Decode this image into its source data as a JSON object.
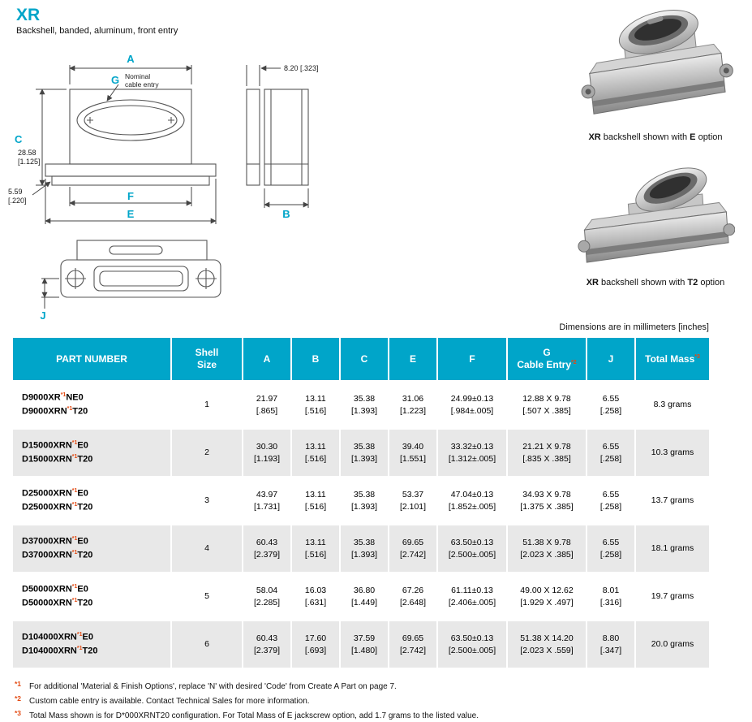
{
  "colors": {
    "accent_cyan": "#00a5c9",
    "footnote_red": "#e34a12"
  },
  "page": {
    "title": "XR",
    "subtitle": "Backshell, banded, aluminum, front entry",
    "dimensions_note": "Dimensions are in millimeters [inches]"
  },
  "drawing": {
    "dim_a": "A",
    "dim_g": "G",
    "g_note_line1": "Nominal",
    "g_note_line2": "cable entry",
    "dim_c": "C",
    "c_mm": "28.58",
    "c_in": "[1.125]",
    "lower_mm": "5.59",
    "lower_in": "[.220]",
    "dim_f": "F",
    "dim_e": "E",
    "side_dim": "8.20 [.323]",
    "dim_b": "B",
    "dim_j": "J"
  },
  "photos": [
    {
      "name_bold": "XR",
      "mid": " backshell shown with ",
      "option_bold": "E",
      "tail": " option"
    },
    {
      "name_bold": "XR",
      "mid": " backshell shown with ",
      "option_bold": "T2",
      "tail": " option"
    }
  ],
  "table": {
    "headers": {
      "part_number": "PART NUMBER",
      "shell_line1": "Shell",
      "shell_line2": "Size",
      "a": "A",
      "b": "B",
      "c": "C",
      "e": "E",
      "f": "F",
      "g_line1": "G",
      "g_line2": "Cable Entry",
      "g_sup": "*2",
      "j": "J",
      "mass": "Total Mass",
      "mass_sup": "*3"
    },
    "rows": [
      {
        "pn1_pre": "D9000XR",
        "pn1_sup": "*1",
        "pn1_suf": "NE0",
        "pn2_pre": "D9000XRN",
        "pn2_sup": "*1",
        "pn2_suf": "T20",
        "shell": "1",
        "a_mm": "21.97",
        "a_in": "[.865]",
        "b_mm": "13.11",
        "b_in": "[.516]",
        "c_mm": "35.38",
        "c_in": "[1.393]",
        "e_mm": "31.06",
        "e_in": "[1.223]",
        "f_mm": "24.99±0.13",
        "f_in": "[.984±.005]",
        "g_mm": "12.88 X 9.78",
        "g_in": "[.507 X .385]",
        "j_mm": "6.55",
        "j_in": "[.258]",
        "mass": "8.3 grams"
      },
      {
        "pn1_pre": "D15000XRN",
        "pn1_sup": "*1",
        "pn1_suf": "E0",
        "pn2_pre": "D15000XRN",
        "pn2_sup": "*1",
        "pn2_suf": "T20",
        "shell": "2",
        "a_mm": "30.30",
        "a_in": "[1.193]",
        "b_mm": "13.11",
        "b_in": "[.516]",
        "c_mm": "35.38",
        "c_in": "[1.393]",
        "e_mm": "39.40",
        "e_in": "[1.551]",
        "f_mm": "33.32±0.13",
        "f_in": "[1.312±.005]",
        "g_mm": "21.21 X 9.78",
        "g_in": "[.835 X .385]",
        "j_mm": "6.55",
        "j_in": "[.258]",
        "mass": "10.3 grams"
      },
      {
        "pn1_pre": "D25000XRN",
        "pn1_sup": "*1",
        "pn1_suf": "E0",
        "pn2_pre": "D25000XRN",
        "pn2_sup": "*1",
        "pn2_suf": "T20",
        "shell": "3",
        "a_mm": "43.97",
        "a_in": "[1.731]",
        "b_mm": "13.11",
        "b_in": "[.516]",
        "c_mm": "35.38",
        "c_in": "[1.393]",
        "e_mm": "53.37",
        "e_in": "[2.101]",
        "f_mm": "47.04±0.13",
        "f_in": "[1.852±.005]",
        "g_mm": "34.93 X 9.78",
        "g_in": "[1.375 X .385]",
        "j_mm": "6.55",
        "j_in": "[.258]",
        "mass": "13.7 grams"
      },
      {
        "pn1_pre": "D37000XRN",
        "pn1_sup": "*1",
        "pn1_suf": "E0",
        "pn2_pre": "D37000XRN",
        "pn2_sup": "*1",
        "pn2_suf": "T20",
        "shell": "4",
        "a_mm": "60.43",
        "a_in": "[2.379]",
        "b_mm": "13.11",
        "b_in": "[.516]",
        "c_mm": "35.38",
        "c_in": "[1.393]",
        "e_mm": "69.65",
        "e_in": "[2.742]",
        "f_mm": "63.50±0.13",
        "f_in": "[2.500±.005]",
        "g_mm": "51.38 X 9.78",
        "g_in": "[2.023 X .385]",
        "j_mm": "6.55",
        "j_in": "[.258]",
        "mass": "18.1 grams"
      },
      {
        "pn1_pre": "D50000XRN",
        "pn1_sup": "*1",
        "pn1_suf": "E0",
        "pn2_pre": "D50000XRN",
        "pn2_sup": "*1",
        "pn2_suf": "T20",
        "shell": "5",
        "a_mm": "58.04",
        "a_in": "[2.285]",
        "b_mm": "16.03",
        "b_in": "[.631]",
        "c_mm": "36.80",
        "c_in": "[1.449]",
        "e_mm": "67.26",
        "e_in": "[2.648]",
        "f_mm": "61.11±0.13",
        "f_in": "[2.406±.005]",
        "g_mm": "49.00 X 12.62",
        "g_in": "[1.929 X .497]",
        "j_mm": "8.01",
        "j_in": "[.316]",
        "mass": "19.7 grams"
      },
      {
        "pn1_pre": "D104000XRN",
        "pn1_sup": "*1",
        "pn1_suf": "E0",
        "pn2_pre": "D104000XRN",
        "pn2_sup": "*1",
        "pn2_suf": "T20",
        "shell": "6",
        "a_mm": "60.43",
        "a_in": "[2.379]",
        "b_mm": "17.60",
        "b_in": "[.693]",
        "c_mm": "37.59",
        "c_in": "[1.480]",
        "e_mm": "69.65",
        "e_in": "[2.742]",
        "f_mm": "63.50±0.13",
        "f_in": "[2.500±.005]",
        "g_mm": "51.38 X 14.20",
        "g_in": "[2.023 X .559]",
        "j_mm": "8.80",
        "j_in": "[.347]",
        "mass": "20.0 grams"
      }
    ]
  },
  "footnotes": [
    {
      "marker": "*1",
      "text": "For additional 'Material & Finish Options', replace 'N' with desired 'Code' from Create A Part on page 7."
    },
    {
      "marker": "*2",
      "text": "Custom cable entry is available. Contact Technical Sales for more information."
    },
    {
      "marker": "*3",
      "text": "Total Mass shown is for D*000XRNT20 configuration. For Total Mass of E jackscrew option, add 1.7 grams to the listed value."
    }
  ]
}
